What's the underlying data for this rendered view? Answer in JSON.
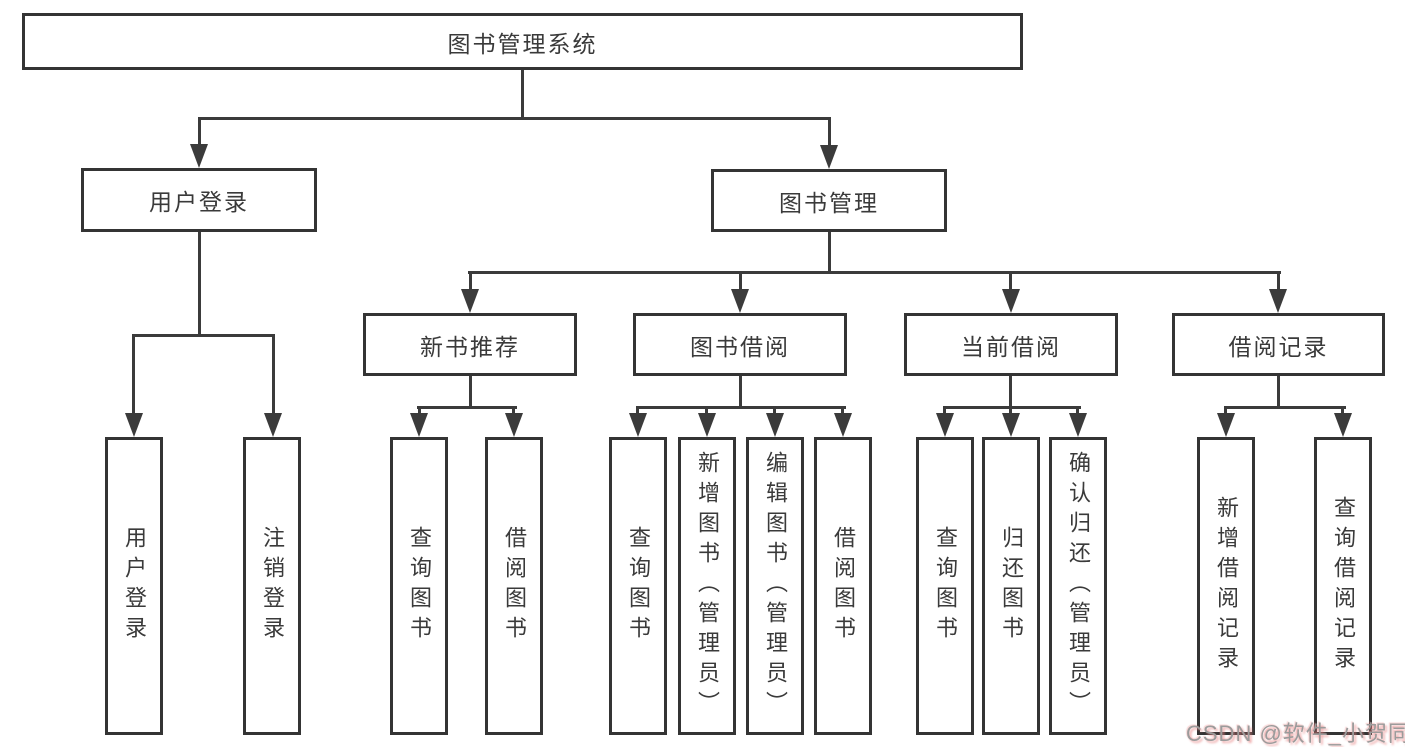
{
  "diagram": {
    "root": {
      "label": "图书管理系统"
    },
    "children": [
      {
        "label": "用户登录",
        "children": [
          {
            "label": "用户登录"
          },
          {
            "label": "注销登录"
          }
        ]
      },
      {
        "label": "图书管理",
        "children": [
          {
            "label": "新书推荐",
            "children": [
              {
                "label": "查询图书"
              },
              {
                "label": "借阅图书"
              }
            ]
          },
          {
            "label": "图书借阅",
            "children": [
              {
                "label": "查询图书"
              },
              {
                "label": "新增图书（管理员）"
              },
              {
                "label": "编辑图书（管理员）"
              },
              {
                "label": "借阅图书"
              }
            ]
          },
          {
            "label": "当前借阅",
            "children": [
              {
                "label": "查询图书"
              },
              {
                "label": "归还图书"
              },
              {
                "label": "确认归还（管理员）"
              }
            ]
          },
          {
            "label": "借阅记录",
            "children": [
              {
                "label": "新增借阅记录"
              },
              {
                "label": "查询借阅记录"
              }
            ]
          }
        ]
      }
    ]
  },
  "watermark": {
    "text": "CSDN @软件_小贺同学"
  },
  "colors": {
    "line": "#3b3b3b",
    "box_border": "#343434",
    "text": "#3a3a3a",
    "background": "#ffffff",
    "watermark_gray": "#9b9b9b",
    "watermark_pink": "#e78080"
  }
}
